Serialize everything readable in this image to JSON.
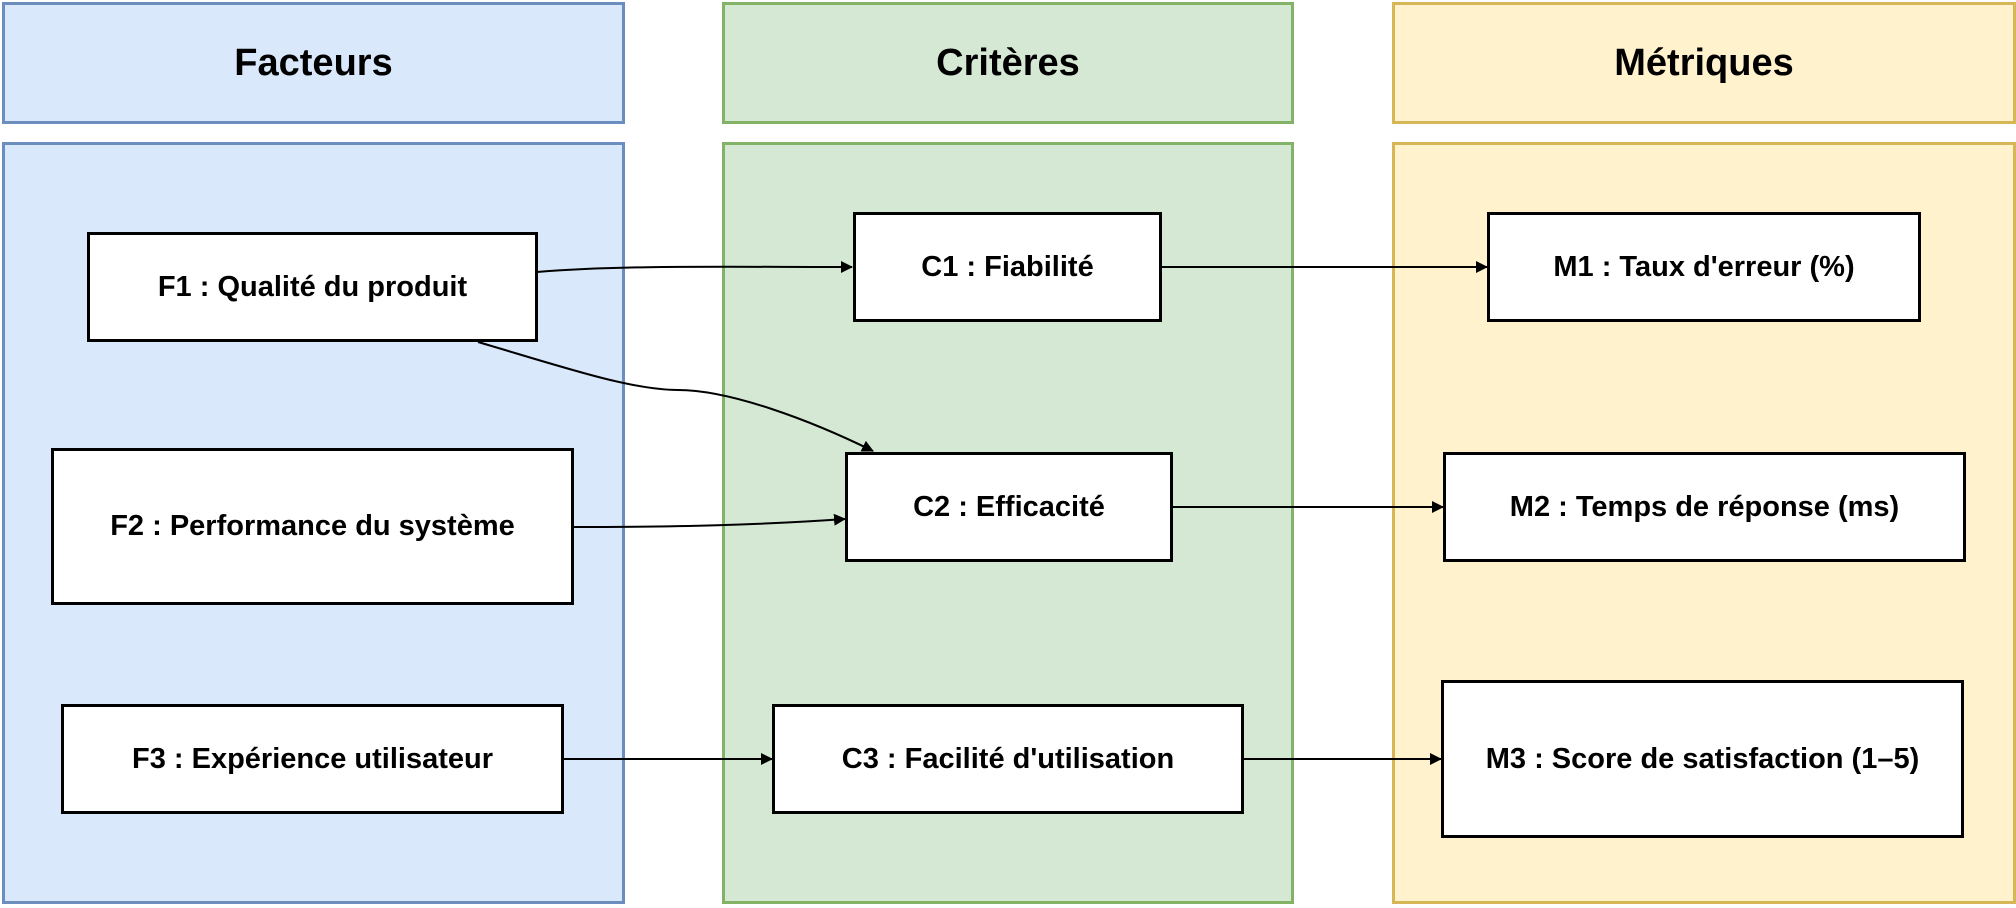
{
  "lanes": {
    "facteurs": {
      "title": "Facteurs",
      "fill": "#dae8fc",
      "stroke": "#6c8ebf"
    },
    "criteres": {
      "title": "Critères",
      "fill": "#d5e8d4",
      "stroke": "#82b366"
    },
    "metriques": {
      "title": "Métriques",
      "fill": "#fff2cc",
      "stroke": "#d6b656"
    }
  },
  "nodes": {
    "f1": "F1 : Qualité du produit",
    "f2": "F2 : Performance du système",
    "f3": "F3 : Expérience utilisateur",
    "c1": "C1 : Fiabilité",
    "c2": "C2 : Efficacité",
    "c3": "C3 : Facilité d'utilisation",
    "m1": "M1 : Taux d'erreur (%)",
    "m2": "M2 : Temps de réponse (ms)",
    "m3": "M3 : Score de satisfaction (1–5)"
  },
  "edges": [
    {
      "from": "f1",
      "to": "c1"
    },
    {
      "from": "f1",
      "to": "c2"
    },
    {
      "from": "f2",
      "to": "c2"
    },
    {
      "from": "f3",
      "to": "c3"
    },
    {
      "from": "c1",
      "to": "m1"
    },
    {
      "from": "c2",
      "to": "m2"
    },
    {
      "from": "c3",
      "to": "m3"
    }
  ]
}
